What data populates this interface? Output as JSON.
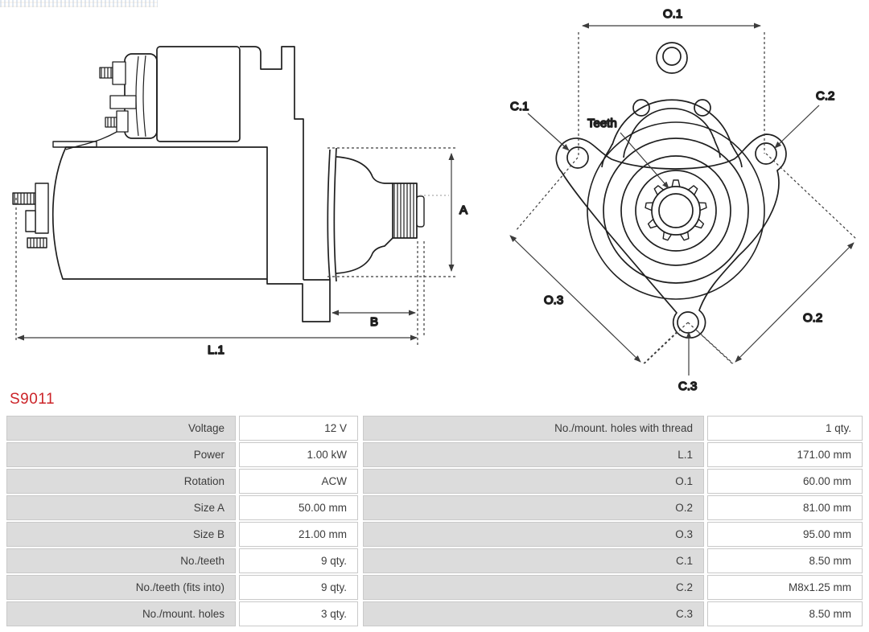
{
  "header": {
    "part_number": "S9011"
  },
  "diagrams": {
    "side_view": {
      "labels": {
        "a": "A",
        "b": "B",
        "l1": "L.1"
      }
    },
    "front_view": {
      "labels": {
        "o1": "O.1",
        "o2": "O.2",
        "o3": "O.3",
        "c1": "C.1",
        "c2": "C.2",
        "c3": "C.3",
        "teeth": "Teeth"
      }
    },
    "colors": {
      "line": "#1f1f1f",
      "dimension": "#3c3c3c",
      "label": "#555555",
      "accent_red": "#cc2429"
    }
  },
  "spec_table": {
    "rows": [
      [
        "Voltage",
        "12 V",
        "No./mount. holes with thread",
        "1 qty."
      ],
      [
        "Power",
        "1.00 kW",
        "L.1",
        "171.00 mm"
      ],
      [
        "Rotation",
        "ACW",
        "O.1",
        "60.00 mm"
      ],
      [
        "Size A",
        "50.00 mm",
        "O.2",
        "81.00 mm"
      ],
      [
        "Size B",
        "21.00 mm",
        "O.3",
        "95.00 mm"
      ],
      [
        "No./teeth",
        "9 qty.",
        "C.1",
        "8.50 mm"
      ],
      [
        "No./teeth (fits into)",
        "9 qty.",
        "C.2",
        "M8x1.25 mm"
      ],
      [
        "No./mount. holes",
        "3 qty.",
        "C.3",
        "8.50 mm"
      ]
    ]
  }
}
